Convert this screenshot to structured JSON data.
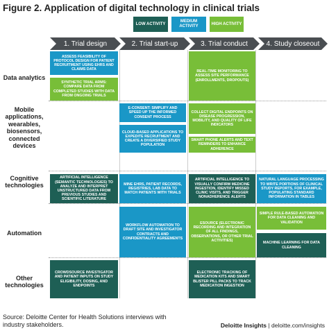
{
  "title": "Figure 2. Application of digital technology in clinical trials",
  "legend": {
    "low": "LOW ACTIVITY",
    "medium": "MEDIUM ACTIVITY",
    "high": "HIGH ACTIVITY"
  },
  "colors": {
    "low": "#1e5f55",
    "medium": "#1a97c7",
    "high": "#78be38",
    "phase": "#4a4e52"
  },
  "phases": [
    "1. Trial design",
    "2. Trial start-up",
    "3. Trial conduct",
    "4. Study closeout"
  ],
  "rows": [
    "Data analytics",
    "Mobile applications, wearables, biosensors, connected devices",
    "Cognitive technologies",
    "Automation",
    "Other technologies"
  ],
  "cells": {
    "assess_feasibility": "ASSESS FEASIBILITY OF PROTOCOL DESIGN FOR PATIENT RECRUITMENT USING EHRS AND CLAIMS DATA",
    "synthetic_arms": "SYNTHETIC TRIAL ARMS: COMPARE DATA FROM COMPLETED STUDIES WITH DATA FROM ONGOING TRIALS",
    "realtime_monitoring": "REAL-TIME MONITORING TO ASSESS SITE PERFORMANCE (ENROLLMENTS, DROPOUTS)",
    "econsent": "E-CONSENT: SIMPLIFY AND SPEED UP THE INFORMED CONSENT PROCESS",
    "cloud_apps": "CLOUD-BASED APPLICATIONS TO EXPEDITE RECRUITMENT AND CREATE A DIVERSIFIED STUDY POPULATION",
    "collect_digital": "COLLECT DIGITAL ENDPOINTS ON DISEASE PROGRESSION, MOBILITY, AND QUALITY OF LIFE INDICATORS",
    "smartphone_alerts": "SMART PHONE ALERTS AND TEXT REMINDERS TO ENHANCE ADHERENCE",
    "ai_semantic": "ARTIFICIAL INTELLIGENCE (SEMANTIC TECHNOLOGIES) TO ANALYZE AND INTERPRET UNSTRUCTURED DATA FROM PREVIOUS STUDIES AND SCIENTIFIC LITERATURE",
    "mine_ehrs": "MINE EHRS, PATIENT RECORDS, REGISTRIES, LAB DATA TO MATCH PATIENTS WITH TRIALS",
    "ai_visual": "ARTIFICIAL INTELLIGENCE TO VISUALLY CONFIRM MEDICINE INGESTION, IDENTIFY MISSED CLINIC VISITS, AND TRIGGER NONADHERENCE ALERTS",
    "nlp": "NATURAL LANGUAGE PROCESSING TO WRITE PORTIONS OF CLINICAL STUDY REPORTS, FOR EXAMPLE, POPULATING STANDARD INFORMATION IN TABLES",
    "workflow_automation": "WORKFLOW AUTOMATION TO DRAFT SITE AND INVESTIGATOR CONTRACTS AND CONFIDENTIALITY AGREEMENTS",
    "esource": "ESOURCE (ELECTRONIC RECORDING AND INTEGRATION OF ALL FINDINGS, OBSERVATIONS, OR OTHER TRIAL ACTIVITIES)",
    "rule_automation": "SIMPLE RULE-BASED AUTOMATION FOR DATA CLEANING AND VALIDATION",
    "machine_learning": "MACHINE LEARNING FOR DATA CLEANING",
    "crowdsource": "CROWDSOURCE INVESTIGATOR AND PATIENT INPUTS ON STUDY ELIGIBILITY, DOSING, AND ENDPOINTS",
    "electronic_tracking": "ELECTRONIC TRACKING OF MEDICATION KITS AND SMART BLISTER PILL PACKS TO TRACK MEDICATION INGESTION"
  },
  "source": "Source: Deloitte Center for Health Solutions interviews with industry stakeholders.",
  "credit": {
    "brand": "Deloitte Insights",
    "separator": " | ",
    "url": "deloitte.com/insights"
  }
}
